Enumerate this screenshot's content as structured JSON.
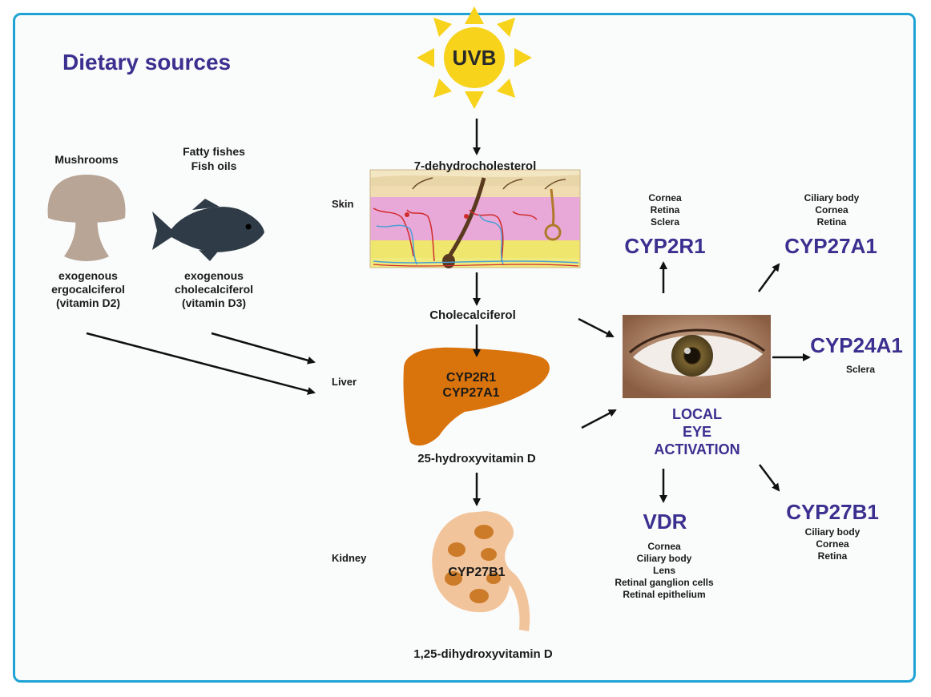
{
  "title": "Dietary sources",
  "sun_label": "UVB",
  "dietary": {
    "mushroom": {
      "header": "Mushrooms",
      "caption": [
        "exogenous",
        "ergocalciferol",
        "(vitamin D2)"
      ]
    },
    "fish": {
      "header": [
        "Fatty fishes",
        "Fish oils"
      ],
      "caption": [
        "exogenous",
        "cholecalciferol",
        "(vitamin D3)"
      ]
    }
  },
  "organs": {
    "skin": "Skin",
    "liver": "Liver",
    "kidney": "Kidney"
  },
  "pathway": {
    "precursor": "7-dehydrocholesterol",
    "step1": "Cholecalciferol",
    "liver_enzymes": [
      "CYP2R1",
      "CYP27A1"
    ],
    "step2": "25-hydroxyvitamin D",
    "kidney_enzyme": "CYP27B1",
    "step3": "1,25-dihydroxyvitamin D"
  },
  "eye": {
    "label": [
      "LOCAL",
      "EYE",
      "ACTIVATION"
    ],
    "targets": {
      "cyp2r1": {
        "name": "CYP2R1",
        "sites": [
          "Cornea",
          "Retina",
          "Sclera"
        ]
      },
      "cyp27a1": {
        "name": "CYP27A1",
        "sites": [
          "Ciliary body",
          "Cornea",
          "Retina"
        ]
      },
      "cyp24a1": {
        "name": "CYP24A1",
        "sites": [
          "Sclera"
        ]
      },
      "cyp27b1": {
        "name": "CYP27B1",
        "sites": [
          "Ciliary body",
          "Cornea",
          "Retina"
        ]
      },
      "vdr": {
        "name": "VDR",
        "sites": [
          "Cornea",
          "Ciliary body",
          "Lens",
          "Retinal ganglion cells",
          "Retinal epithelium"
        ]
      }
    }
  },
  "colors": {
    "frame": "#1fa3d4",
    "accent_text": "#3b2f8f",
    "sun": "#f7d31c",
    "liver": "#d9730c",
    "kidney": "#f2c49b",
    "mushroom": "#b8a596",
    "fish": "#2f3b47"
  }
}
